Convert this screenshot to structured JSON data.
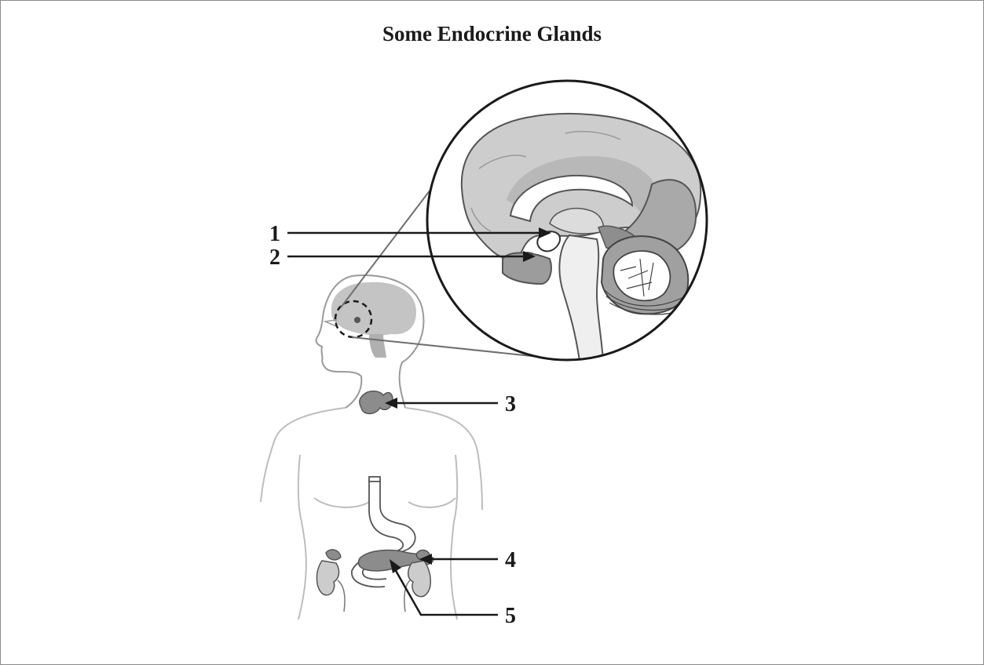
{
  "title": "Some Endocrine Glands",
  "labels": {
    "l1": "1",
    "l2": "2",
    "l3": "3",
    "l4": "4",
    "l5": "5"
  },
  "colors": {
    "line": "#1a1a1a",
    "body_outline": "#bdbdbd",
    "organ_fill": "#8c8c8c",
    "brain_light": "#cfcfcf",
    "brain_mid": "#b5b5b5"
  }
}
